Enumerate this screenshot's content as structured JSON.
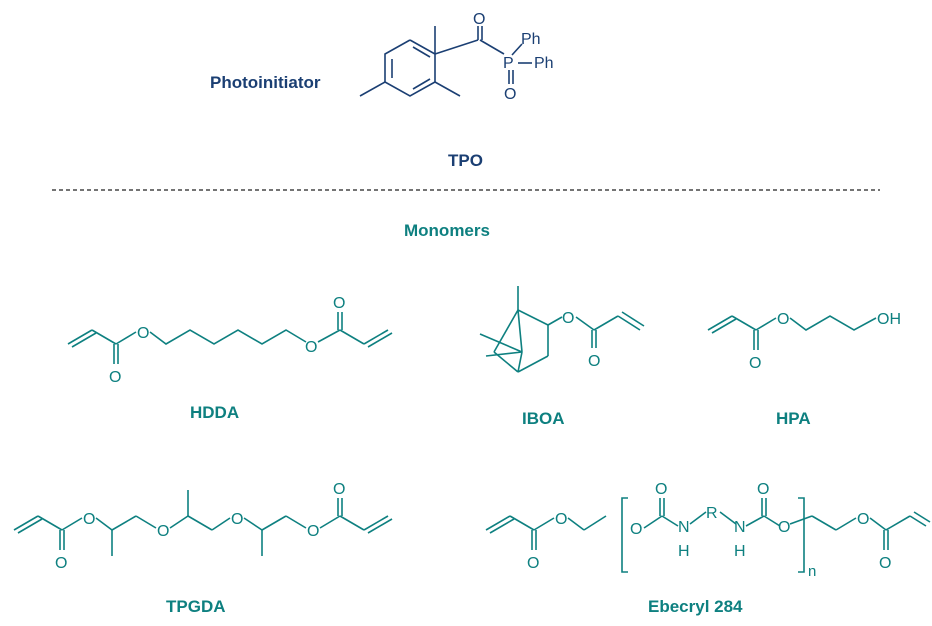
{
  "colors": {
    "navy": "#1b3f73",
    "teal": "#0e8080"
  },
  "photoinitiator": {
    "heading": "Photoinitiator",
    "name": "TPO",
    "atoms": {
      "o_carbonyl": "O",
      "p": "P",
      "ph1": "Ph",
      "ph2": "Ph",
      "o_phosphoryl": "O"
    }
  },
  "monomers": {
    "heading": "Monomers",
    "hdda": {
      "name": "HDDA",
      "atoms": {
        "o1": "O",
        "o2": "O",
        "o3": "O",
        "o4": "O"
      }
    },
    "iboa": {
      "name": "IBOA",
      "atoms": {
        "o1": "O",
        "o2": "O"
      }
    },
    "hpa": {
      "name": "HPA",
      "atoms": {
        "o1": "O",
        "o2": "O",
        "oh": "OH"
      }
    },
    "tpgda": {
      "name": "TPGDA",
      "atoms": {
        "o1": "O",
        "o2": "O",
        "o3": "O",
        "o4": "O",
        "o5": "O",
        "o6": "O"
      }
    },
    "ebecryl": {
      "name": "Ebecryl 284",
      "atoms": {
        "o1": "O",
        "o2": "O",
        "o3": "O",
        "o4": "O",
        "o5": "O",
        "o6": "O",
        "o7": "O",
        "o8": "O",
        "n1": "N",
        "h1": "H",
        "r": "R",
        "n2": "N",
        "h2": "H",
        "sub_n": "n"
      }
    }
  }
}
